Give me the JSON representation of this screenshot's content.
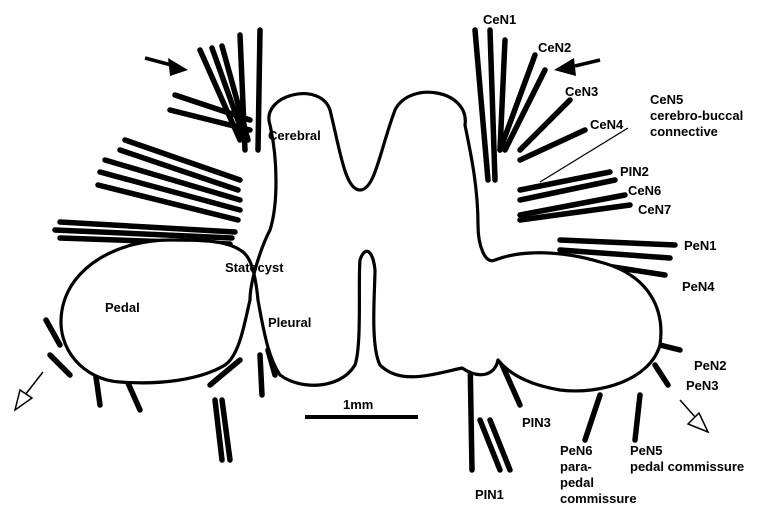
{
  "labels": {
    "cen1": "CeN1",
    "cen2": "CeN2",
    "cen3": "CeN3",
    "cen4": "CeN4",
    "cen5_l1": "CeN5",
    "cen5_l2": "cerebro-buccal",
    "cen5_l3": "connective",
    "pin2": "PIN2",
    "cen6": "CeN6",
    "cen7": "CeN7",
    "pen1": "PeN1",
    "pen4": "PeN4",
    "pen2": "PeN2",
    "pen3": "PeN3",
    "pen5_l1": "PeN5",
    "pen5_l2": "pedal commissure",
    "pen6_l1": "PeN6",
    "pen6_l2": "para-",
    "pen6_l3": "pedal",
    "pen6_l4": "commissure",
    "pin1": "PIN1",
    "pin3": "PIN3",
    "cerebral": "Cerebral",
    "statocyst": "Statocyst",
    "pleural": "Pleural",
    "pedal": "Pedal",
    "scale": "1mm"
  },
  "colors": {
    "ink": "#000000",
    "paper": "#ffffff"
  }
}
